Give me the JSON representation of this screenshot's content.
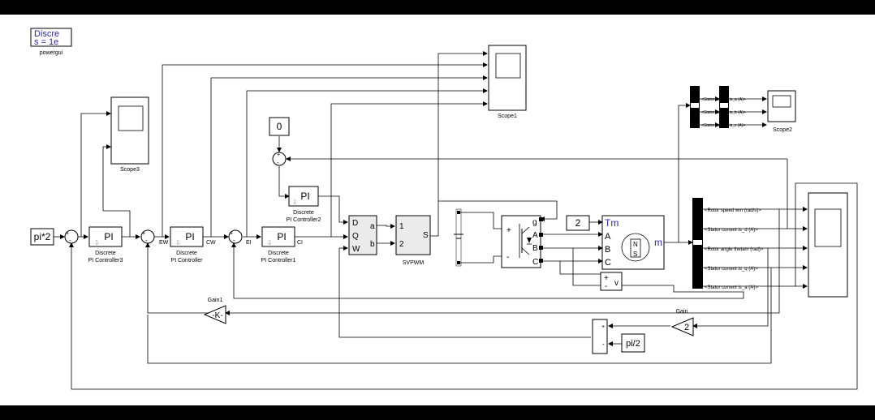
{
  "powergui": {
    "line1": "Discre",
    "line2": "s = 1e",
    "caption": "powergui"
  },
  "constants": {
    "speed_ref": "pi*2",
    "zero": "0",
    "torque": "2",
    "pi_half": "pi/2"
  },
  "pi_label": "PI",
  "controllers": {
    "c3": {
      "line1": "Discrete",
      "line2": "PI Controller3"
    },
    "c0": {
      "line1": "Discrete",
      "line2": "PI Controller"
    },
    "c1": {
      "line1": "Discrete",
      "line2": "PI Controller1"
    },
    "c2": {
      "line1": "Discrete",
      "line2": "PI Controller2"
    }
  },
  "signals": {
    "ew": "EW",
    "cw": "CW",
    "ei": "EI",
    "ci": "CI"
  },
  "dqw": {
    "d": "D",
    "q": "Q",
    "w": "W",
    "a": "a",
    "b": "b"
  },
  "svpwm": {
    "in1": "1",
    "in2": "2",
    "out": "S",
    "caption": "SVPWM"
  },
  "inverter": {
    "g": "g",
    "a": "A",
    "b": "B",
    "c": "C",
    "plus": "+",
    "minus": "-"
  },
  "motor": {
    "tm": "Tm",
    "a": "A",
    "b": "B",
    "c": "C",
    "m": "m",
    "n": "N",
    "s": "S"
  },
  "voltmeter": {
    "plus": "+",
    "minus": "-",
    "v": "v"
  },
  "scopes": {
    "scope1": "Scope1",
    "scope2": "Scope2",
    "scope3": "Scope3"
  },
  "demux_main": [
    "<Rotor speed wm (rad/s)>",
    "<Stator current is_d (A)>",
    "<Rotor angle thetam (rad)>",
    "<Stator current is_q (A)>",
    "<Stator current is_a (A)>"
  ],
  "demux_top": [
    "<Stator current is_a (A)>",
    "<Stator current is_b (A)>",
    "<Stator current is_c (A)>"
  ],
  "gains": {
    "gain1_label": "Gain1",
    "gain1_value": "-K-",
    "gain_label": "Gain",
    "gain_value": "2"
  },
  "sum_signs": {
    "plus": "+",
    "minus": "-"
  }
}
